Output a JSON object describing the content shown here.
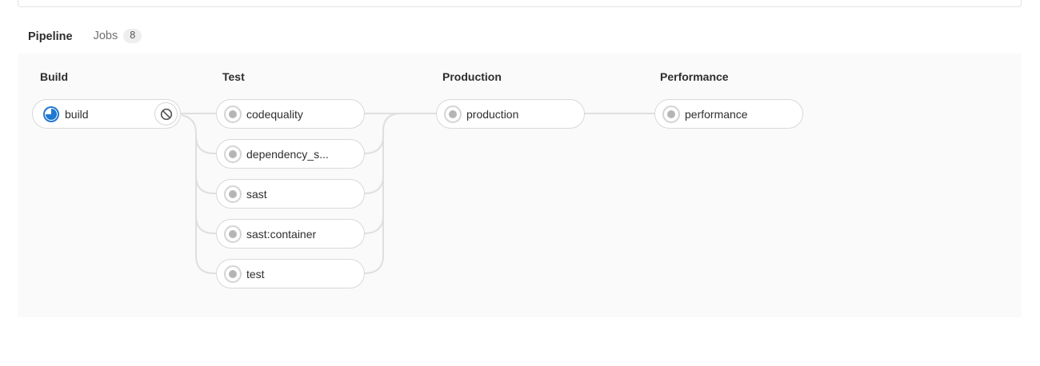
{
  "tabs": {
    "pipeline": {
      "label": "Pipeline",
      "active": true
    },
    "jobs": {
      "label": "Jobs",
      "badge": "8",
      "active": false
    }
  },
  "pipeline_graph": {
    "stages": [
      {
        "name": "Build",
        "jobs": [
          {
            "label": "build",
            "status": "running",
            "action": "cancel"
          }
        ]
      },
      {
        "name": "Test",
        "jobs": [
          {
            "label": "codequality",
            "status": "created"
          },
          {
            "label": "dependency_s...",
            "status": "created"
          },
          {
            "label": "sast",
            "status": "created"
          },
          {
            "label": "sast:container",
            "status": "created"
          },
          {
            "label": "test",
            "status": "created"
          }
        ]
      },
      {
        "name": "Production",
        "jobs": [
          {
            "label": "production",
            "status": "created"
          }
        ]
      },
      {
        "name": "Performance",
        "jobs": [
          {
            "label": "performance",
            "status": "created"
          }
        ]
      }
    ]
  },
  "icons": {
    "running": "running-status-icon: blue circle with three-quarter disc",
    "created": "created-status-icon: gray ring with gray dot",
    "cancel": "cancel-ban-icon: circle with diagonal slash"
  },
  "colors": {
    "accent_indigo": "#6666c4",
    "running_blue": "#1f78d1",
    "graph_background": "#fafafa",
    "connector_line": "#dfdfdf",
    "pill_border": "#d9d9d9",
    "text_dark": "#2e2e2e",
    "text_muted": "#707070",
    "badge_background": "#eeeeee"
  }
}
